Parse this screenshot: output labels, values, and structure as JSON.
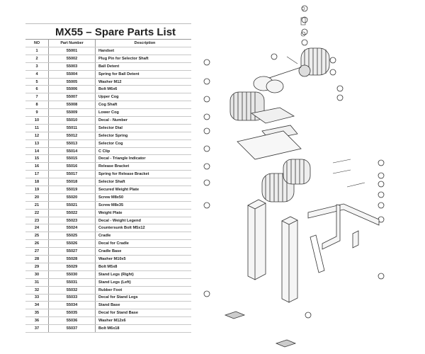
{
  "title": "MX55 – Spare Parts List",
  "columns": [
    "NO",
    "Part Number",
    "Description"
  ],
  "rows": [
    [
      "1",
      "55001",
      "Handset"
    ],
    [
      "2",
      "55002",
      "Plug Pin for Selector Shaft"
    ],
    [
      "3",
      "55003",
      "Ball Detent"
    ],
    [
      "4",
      "55004",
      "Spring for Ball Detent"
    ],
    [
      "5",
      "55005",
      "Washer M12"
    ],
    [
      "6",
      "55006",
      "Bolt M6x6"
    ],
    [
      "7",
      "55007",
      "Upper Cog"
    ],
    [
      "8",
      "55008",
      "Cog Shaft"
    ],
    [
      "9",
      "55009",
      "Lower Cog"
    ],
    [
      "10",
      "55010",
      "Decal - Number"
    ],
    [
      "11",
      "55011",
      "Selector Dial"
    ],
    [
      "12",
      "55012",
      "Selector Spring"
    ],
    [
      "13",
      "55013",
      "Selector Cog"
    ],
    [
      "14",
      "55014",
      "C Clip"
    ],
    [
      "15",
      "55015",
      "Decal - Triangle Indicator"
    ],
    [
      "16",
      "55016",
      "Release Bracket"
    ],
    [
      "17",
      "55017",
      "Spring for Release Bracket"
    ],
    [
      "18",
      "55018",
      "Selector Shaft"
    ],
    [
      "19",
      "55019",
      "Secured Weight Plate"
    ],
    [
      "20",
      "55020",
      "Screw M8x50"
    ],
    [
      "21",
      "55021",
      "Screw M8x35"
    ],
    [
      "22",
      "55022",
      "Weight Plate"
    ],
    [
      "23",
      "55023",
      "Decal - Weight Legend"
    ],
    [
      "24",
      "55024",
      "Countersunk Bolt M5x12"
    ],
    [
      "25",
      "55025",
      "Cradle"
    ],
    [
      "26",
      "55026",
      "Decal for Cradle"
    ],
    [
      "27",
      "55027",
      "Cradle Base"
    ],
    [
      "28",
      "55028",
      "Washer M10x5"
    ],
    [
      "29",
      "55029",
      "Bolt M5x8"
    ],
    [
      "30",
      "55030",
      "Stand Legs (Right)"
    ],
    [
      "31",
      "55031",
      "Stand Legs (Left)"
    ],
    [
      "32",
      "55032",
      "Rubber Foot"
    ],
    [
      "33",
      "55033",
      "Decal for Stand Legs"
    ],
    [
      "34",
      "55034",
      "Stand Base"
    ],
    [
      "35",
      "55035",
      "Decal for Stand Base"
    ],
    [
      "36",
      "55036",
      "Washer M12x6"
    ],
    [
      "37",
      "55037",
      "Bolt M6x18"
    ]
  ]
}
